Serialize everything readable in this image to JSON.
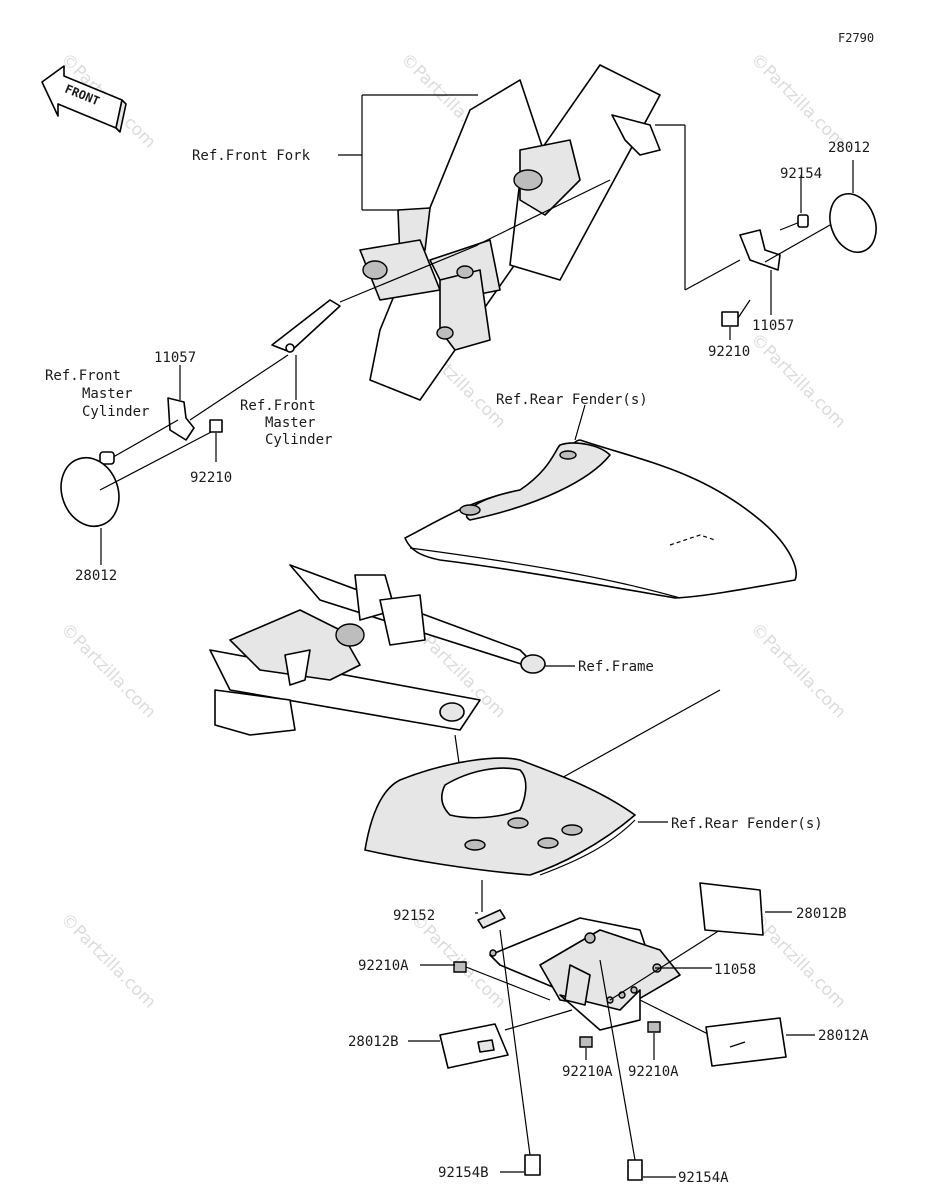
{
  "diagram": {
    "code": "F2790",
    "front_arrow": "FRONT",
    "watermark": "©Partzilla.com",
    "refs": {
      "front_fork": "Ref.Front Fork",
      "front_master_cylinder_right": [
        "Ref.Front",
        "Master",
        "Cylinder"
      ],
      "front_master_cylinder_left": [
        "Ref.Front",
        "Master",
        "Cylinder"
      ],
      "rear_fender_top": "Ref.Rear Fender(s)",
      "frame": "Ref.Frame",
      "rear_fender_bottom": "Ref.Rear Fender(s)"
    },
    "parts": {
      "p28012_right": "28012",
      "p92154_right": "92154",
      "p11057_right": "11057",
      "p92210_right": "92210",
      "p11057_left": "11057",
      "p92210_left": "92210",
      "p28012_left": "28012",
      "p92152": "92152",
      "p92210A_left": "92210A",
      "p28012B_right": "28012B",
      "p11058": "11058",
      "p28012B_left": "28012B",
      "p28012A": "28012A",
      "p92210A_mid": "92210A",
      "p92210A_right": "92210A",
      "p92154B": "92154B",
      "p92154A": "92154A"
    }
  }
}
